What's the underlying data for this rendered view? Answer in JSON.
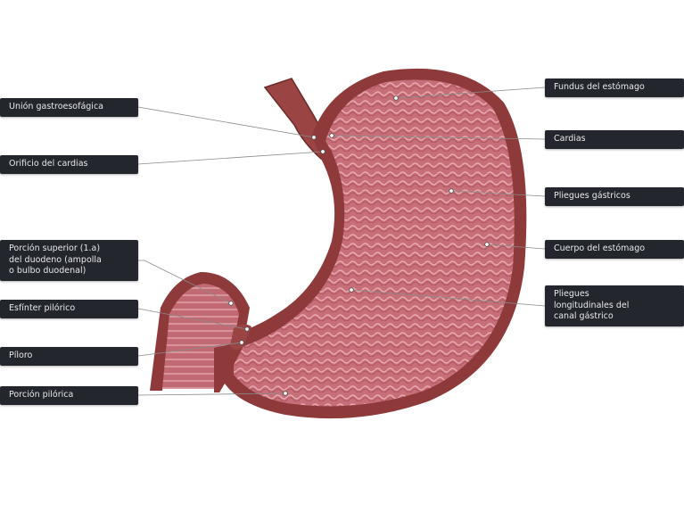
{
  "title": "Anatomía del estómago",
  "labels": {
    "union": "Unión gastroesofágica",
    "orificio": "Orificio del cardias",
    "porcion_superior": "Porción superior (1.a) del duodeno (ampolla o bulbo duodenal)",
    "esfinter": "Esfínter pilórico",
    "piloro": "Píloro",
    "porcion_pilorica": "Porción pilórica",
    "fundus": "Fundus del estómago",
    "cardias": "Cardias",
    "pliegues_gastricos": "Pliegues gástricos",
    "cuerpo": "Cuerpo del estómago",
    "pliegues_longitudinales": "Pliegues longitudinales del canal gástrico"
  },
  "colors": {
    "label_bg": "#23262d",
    "wall": "#8e3a3a",
    "mucosa": "#c9737c",
    "leader": "#8a8a8a"
  }
}
